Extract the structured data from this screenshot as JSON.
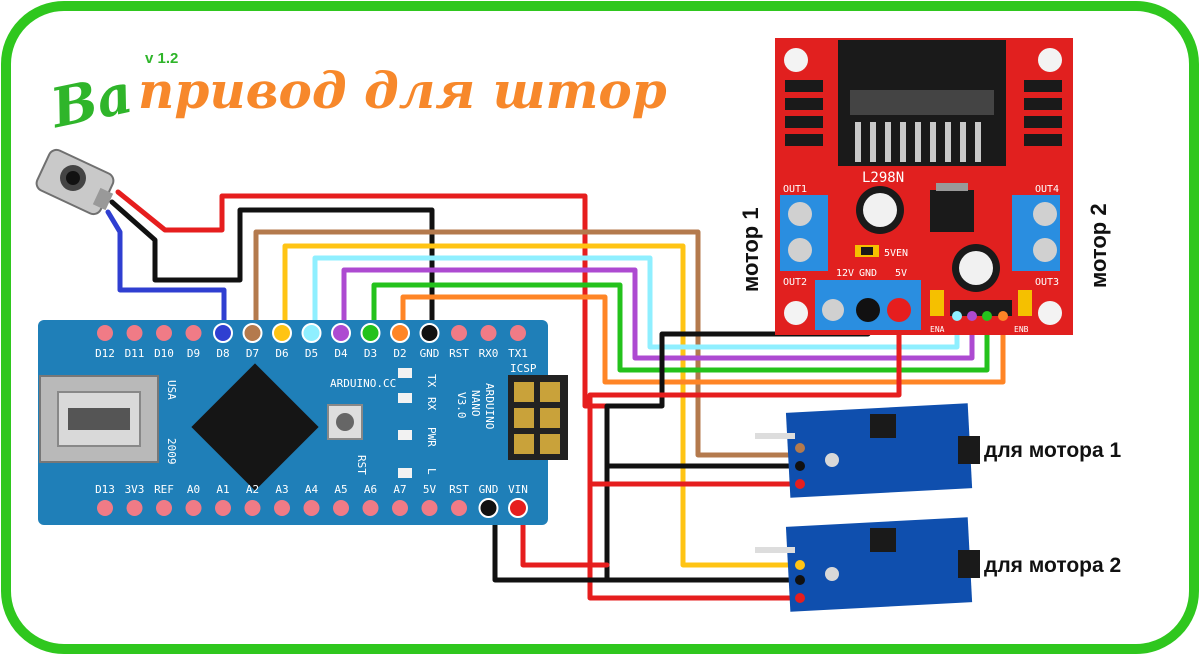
{
  "title": {
    "logo": "Ba",
    "main": "привод для штор",
    "version": "v 1.2"
  },
  "colors": {
    "frame": "#2fc71e",
    "logo": "#2fb52a",
    "title": "#f7882b",
    "nano_board": "#1f7fb8",
    "driver_board": "#e1201f",
    "sensor_board": "#0f4fae"
  },
  "driver": {
    "chip": "L298N",
    "out1": "OUT1",
    "out2": "OUT2",
    "out3": "OUT3",
    "out4": "OUT4",
    "v12": "12V",
    "gnd": "GND",
    "v5": "5V",
    "sven": "5VEN",
    "ena": "ENA",
    "enb": "ENB"
  },
  "nano": {
    "top_pins": [
      "D12",
      "D11",
      "D10",
      "D9",
      "D8",
      "D7",
      "D6",
      "D5",
      "D4",
      "D3",
      "D2",
      "GND",
      "RST",
      "RX0",
      "TX1"
    ],
    "bottom_pins": [
      "D13",
      "3V3",
      "REF",
      "A0",
      "A1",
      "A2",
      "A3",
      "A4",
      "A5",
      "A6",
      "A7",
      "5V",
      "RST",
      "GND",
      "VIN"
    ],
    "usa": "USA",
    "year": "2009",
    "brand": "ARDUINO.CC",
    "model_1": "ARDUINO",
    "model_2": "NANO",
    "model_3": "V3.0",
    "icsp": "ICSP",
    "led_tx": "TX",
    "led_rx": "RX",
    "led_pwr": "PWR",
    "led_l": "L",
    "rst": "RST"
  },
  "labels": {
    "motor1": "мотор 1",
    "motor2": "мотор 2",
    "sensor1": "для мотора 1",
    "sensor2": "для мотора 2"
  },
  "wires": [
    {
      "name": "ir-signal",
      "color": "#2f3fd1"
    },
    {
      "name": "ir-gnd",
      "color": "#111111"
    },
    {
      "name": "ir-vcc",
      "color": "#e61e1e"
    },
    {
      "name": "d7-sensor1",
      "color": "#b47a4d"
    },
    {
      "name": "d6-sensor2",
      "color": "#ffc414"
    },
    {
      "name": "d5-in1",
      "color": "#8fefff"
    },
    {
      "name": "d4-in2",
      "color": "#ad4ad1"
    },
    {
      "name": "d3-in3",
      "color": "#24c21c"
    },
    {
      "name": "d2-in4",
      "color": "#ff8526"
    }
  ]
}
